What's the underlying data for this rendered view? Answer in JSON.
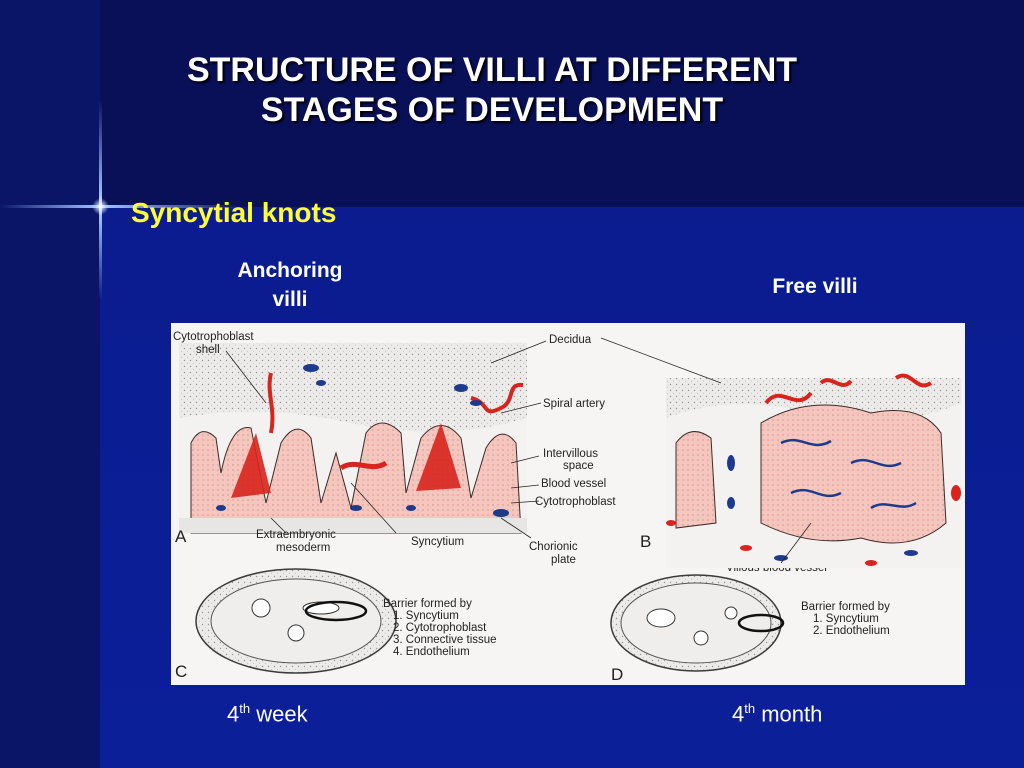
{
  "slide": {
    "title_line1": "STRUCTURE OF VILLI AT DIFFERENT",
    "title_line2": "STAGES OF DEVELOPMENT",
    "subtitle": "Syncytial knots",
    "label_anchoring_1": "Anchoring",
    "label_anchoring_2": "villi",
    "label_free": "Free villi",
    "caption_left_num": "4",
    "caption_left_sup": "th",
    "caption_left_text": " week",
    "caption_right_num": "4",
    "caption_right_sup": "th",
    "caption_right_text": " month"
  },
  "figure": {
    "labels": {
      "cyto_shell_1": "Cytotrophoblast",
      "cyto_shell_2": "shell",
      "decidua": "Decidua",
      "spiral_artery": "Spiral artery",
      "intervillous_1": "Intervillous",
      "intervillous_2": "space",
      "blood_vessel": "Blood vessel",
      "cytotrophoblast": "Cytotrophoblast",
      "extraembryonic_1": "Extraembryonic",
      "extraembryonic_2": "mesoderm",
      "syncytium": "Syncytium",
      "chorionic_1": "Chorionic",
      "chorionic_2": "plate",
      "villous_vessel": "Villous blood vessel",
      "barrier_c_title": "Barrier formed by",
      "barrier_c_1": "1. Syncytium",
      "barrier_c_2": "2. Cytotrophoblast",
      "barrier_c_3": "3. Connective tissue",
      "barrier_c_4": "4. Endothelium",
      "barrier_d_title": "Barrier formed by",
      "barrier_d_1": "1. Syncytium",
      "barrier_d_2": "2. Endothelium"
    },
    "panel_letters": {
      "a": "A",
      "b": "B",
      "c": "C",
      "d": "D"
    },
    "colors": {
      "red": "#d8241d",
      "blue": "#1d3a8c",
      "pink": "#f2b9ae"
    }
  }
}
